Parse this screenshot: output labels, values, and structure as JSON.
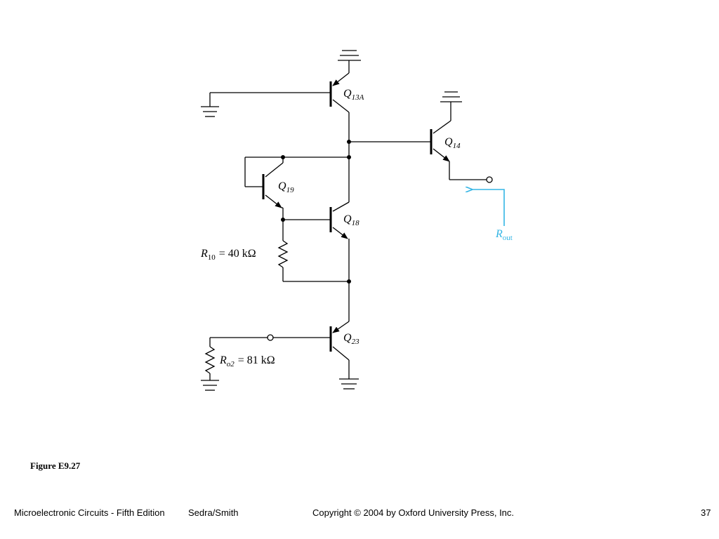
{
  "figure": {
    "caption": "Figure E9.27",
    "labels": {
      "q13a": {
        "main": "Q",
        "sub": "13A"
      },
      "q14": {
        "main": "Q",
        "sub": "14"
      },
      "q19": {
        "main": "Q",
        "sub": "19"
      },
      "q18": {
        "main": "Q",
        "sub": "18"
      },
      "q23": {
        "main": "Q",
        "sub": "23"
      },
      "r10": {
        "main": "R",
        "sub": "10",
        "value": "= 40 kΩ"
      },
      "ro2": {
        "main": "R",
        "sub": "o2",
        "value": "= 81 kΩ"
      },
      "rout": {
        "main": "R",
        "sub": "out"
      }
    },
    "colors": {
      "annotation": "#33b5e5",
      "wire": "#000000"
    }
  },
  "footer": {
    "book": "Microelectronic Circuits - Fifth Edition",
    "authors": "Sedra/Smith",
    "copyright": "Copyright © 2004 by Oxford University Press, Inc.",
    "page": "37"
  }
}
